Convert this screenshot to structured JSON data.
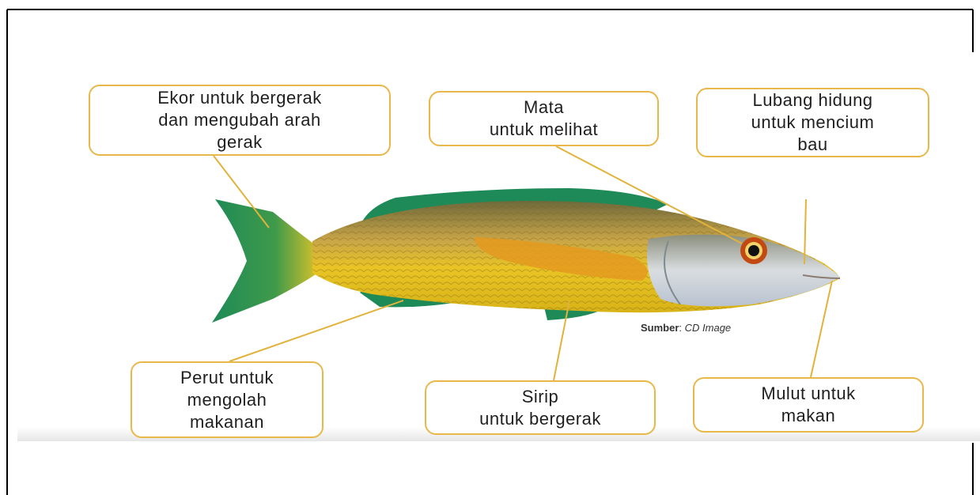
{
  "labels": {
    "ekor": "Ekor untuk bergerak\ndan mengubah arah\ngerak",
    "mata": "Mata\nuntuk melihat",
    "hidung": "Lubang hidung\nuntuk mencium\nbau",
    "perut": "Perut untuk\nmengolah\nmakanan",
    "sirip": "Sirip\nuntuk bergerak",
    "mulut": "Mulut untuk\nmakan"
  },
  "source": {
    "prefix": "Sumber",
    "separator": ": ",
    "name": "CD Image"
  },
  "colors": {
    "box_border": "#e8b84a",
    "leader_line": "#e2b33c",
    "fish_body": "#e9c21e",
    "fish_fin": "#1e8a57",
    "fish_back": "#6b6a3a"
  }
}
